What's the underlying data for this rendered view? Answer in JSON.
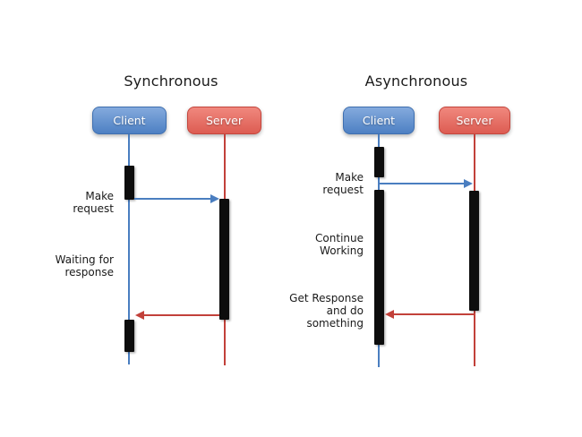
{
  "colors": {
    "client_top": "#84aadd",
    "client_bottom": "#4d80c3",
    "client_border": "#3e6fb0",
    "server_top": "#f0887e",
    "server_bottom": "#dd5c52",
    "server_border": "#c4453c",
    "blue_line": "#4a7ec0",
    "red_line": "#c2413a",
    "activation": "#0d0d0d",
    "text": "#1a1a1a"
  },
  "sync": {
    "title": "Synchronous",
    "actors": {
      "client": "Client",
      "server": "Server"
    },
    "labels": {
      "make_request": "Make\nrequest",
      "waiting": "Waiting for\nresponse"
    }
  },
  "async": {
    "title": "Asynchronous",
    "actors": {
      "client": "Client",
      "server": "Server"
    },
    "labels": {
      "make_request": "Make\nrequest",
      "continue_working": "Continue\nWorking",
      "get_response": "Get Response\nand do\nsomething"
    }
  }
}
